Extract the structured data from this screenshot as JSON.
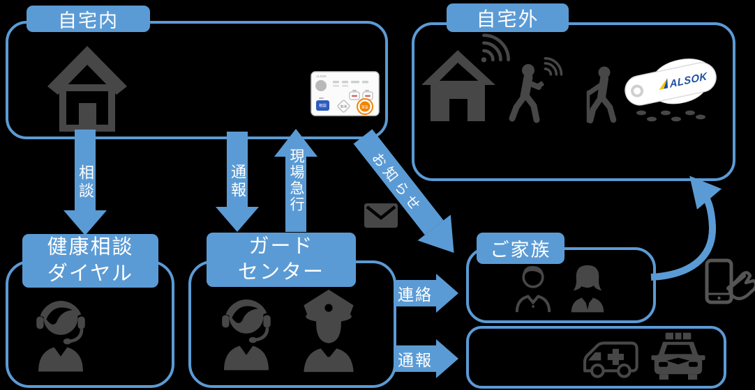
{
  "colors": {
    "accent_blue": "#5B9BD5",
    "icon_gray": "#474747",
    "emergency_orange": "#F08300",
    "alsok_logo_blue": "#1D50A2",
    "alsok_logo_yellow": "#F5C400"
  },
  "zones": {
    "home": {
      "label": "自宅内"
    },
    "outside": {
      "label": "自宅外"
    },
    "health_dial": {
      "label_line1": "健康相談",
      "label_line2": "ダイヤル"
    },
    "guard_center": {
      "label_line1": "ガード",
      "label_line2": "センター"
    },
    "family": {
      "label": "ご家族"
    }
  },
  "arrows": {
    "consult": "相談",
    "report": "通報",
    "rush": "現場急行",
    "notice": "お知らせ",
    "contact": "連絡",
    "report_emergency": "通報"
  },
  "device_panel": {
    "brand": "ALSOK",
    "buttons": {
      "consult": "相談",
      "cancel": "取消",
      "emergency": "緊急"
    }
  },
  "pendant": {
    "brand": "ALSOK"
  },
  "icons": {
    "home_box": [
      "house-icon",
      "control-panel-device"
    ],
    "outside_box": [
      "house-wifi-icon",
      "walking-person-phone-icon",
      "elderly-person-cane-icon",
      "alsok-pendant",
      "footprints-icon"
    ],
    "health_box": [
      "operator-headset-icon"
    ],
    "guard_box": [
      "operator-headset-icon",
      "security-guard-icon"
    ],
    "family_box": [
      "man-icon",
      "woman-icon"
    ],
    "emergency_box": [
      "ambulance-icon",
      "police-car-icon"
    ],
    "other": [
      "envelope-icon",
      "smartphone-hand-icon",
      "curved-arrow"
    ]
  }
}
